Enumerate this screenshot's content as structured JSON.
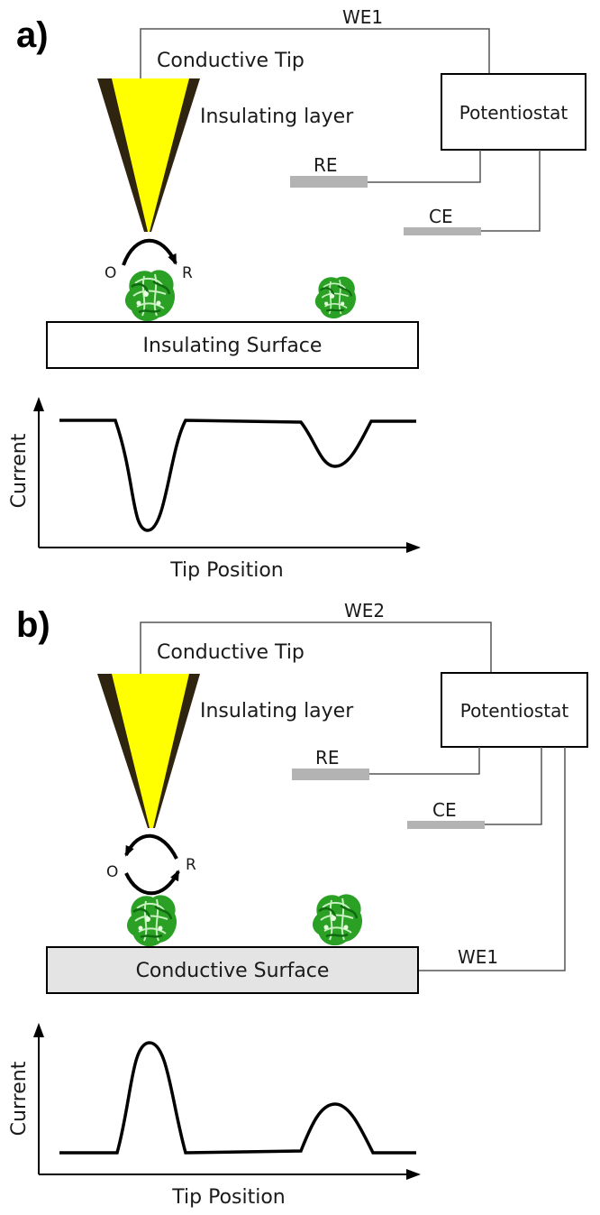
{
  "panel_a": {
    "label": "a)",
    "wire_label": "WE1",
    "tip_label": "Conductive Tip",
    "layer_label": "Insulating layer",
    "potentiostat": "Potentiostat",
    "re_label": "RE",
    "ce_label": "CE",
    "o_label": "O",
    "r_label": "R",
    "surface_label": "Insulating Surface",
    "y_axis_label": "Current",
    "x_axis_label": "Tip Position"
  },
  "panel_b": {
    "label": "b)",
    "wire_label": "WE2",
    "tip_label": "Conductive Tip",
    "layer_label": "Insulating layer",
    "potentiostat": "Potentiostat",
    "re_label": "RE",
    "ce_label": "CE",
    "o_label": "O",
    "r_label": "R",
    "surface_label": "Conductive Surface",
    "surface_wire_label": "WE1",
    "y_axis_label": "Current",
    "x_axis_label": "Tip Position"
  },
  "colors": {
    "tip_fill": "#ffff00",
    "insulation": "#2e2410",
    "electrode": "#b3b3b3",
    "conductive_surface": "#e4e4e4",
    "protein": "#2aa024"
  }
}
